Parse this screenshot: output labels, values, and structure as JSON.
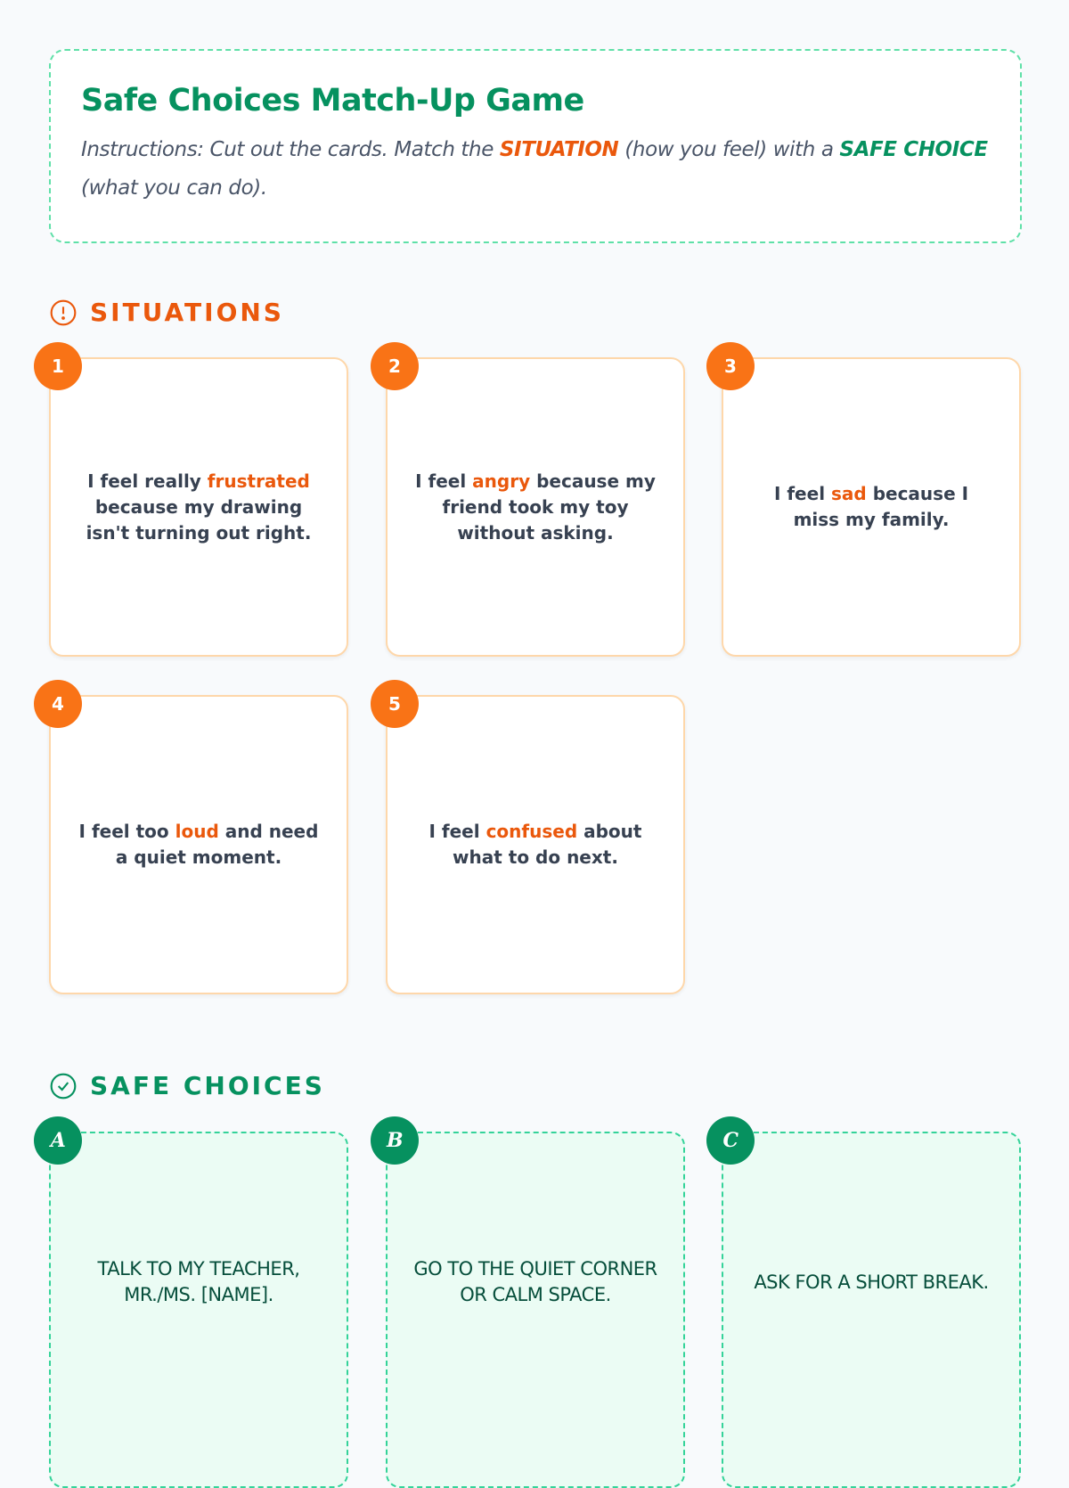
{
  "header": {
    "title": "Safe Choices Match-Up Game",
    "instr_1": "Instructions: Cut out the cards. Match the ",
    "situation": "SITUATION",
    "instr_2": " (how you feel) with a ",
    "safe_choice": "SAFE CHOICE",
    "instr_3": " (what you can do)."
  },
  "situations_section": {
    "title": "SITUATIONS",
    "icon": "alert-circle-icon",
    "color": "#ea580c"
  },
  "situations": [
    {
      "num": "1",
      "pre": "I feel really ",
      "em": "frustrated",
      "post": " because my drawing isn't turning out right."
    },
    {
      "num": "2",
      "pre": "I feel ",
      "em": "angry",
      "post": " because my friend took my toy without asking."
    },
    {
      "num": "3",
      "pre": "I feel ",
      "em": "sad",
      "post": " because I miss my family."
    },
    {
      "num": "4",
      "pre": "I feel too ",
      "em": "loud",
      "post": " and need a quiet moment."
    },
    {
      "num": "5",
      "pre": "I feel ",
      "em": "confused",
      "post": " about what to do next."
    }
  ],
  "choices_section": {
    "title": "SAFE CHOICES",
    "icon": "check-circle-icon",
    "color": "#06915f"
  },
  "choices": [
    {
      "letter": "A",
      "text": "TALK TO MY TEACHER, MR./MS. [NAME]."
    },
    {
      "letter": "B",
      "text": "GO TO THE QUIET CORNER OR CALM SPACE."
    },
    {
      "letter": "C",
      "text": "ASK FOR A SHORT BREAK."
    }
  ]
}
